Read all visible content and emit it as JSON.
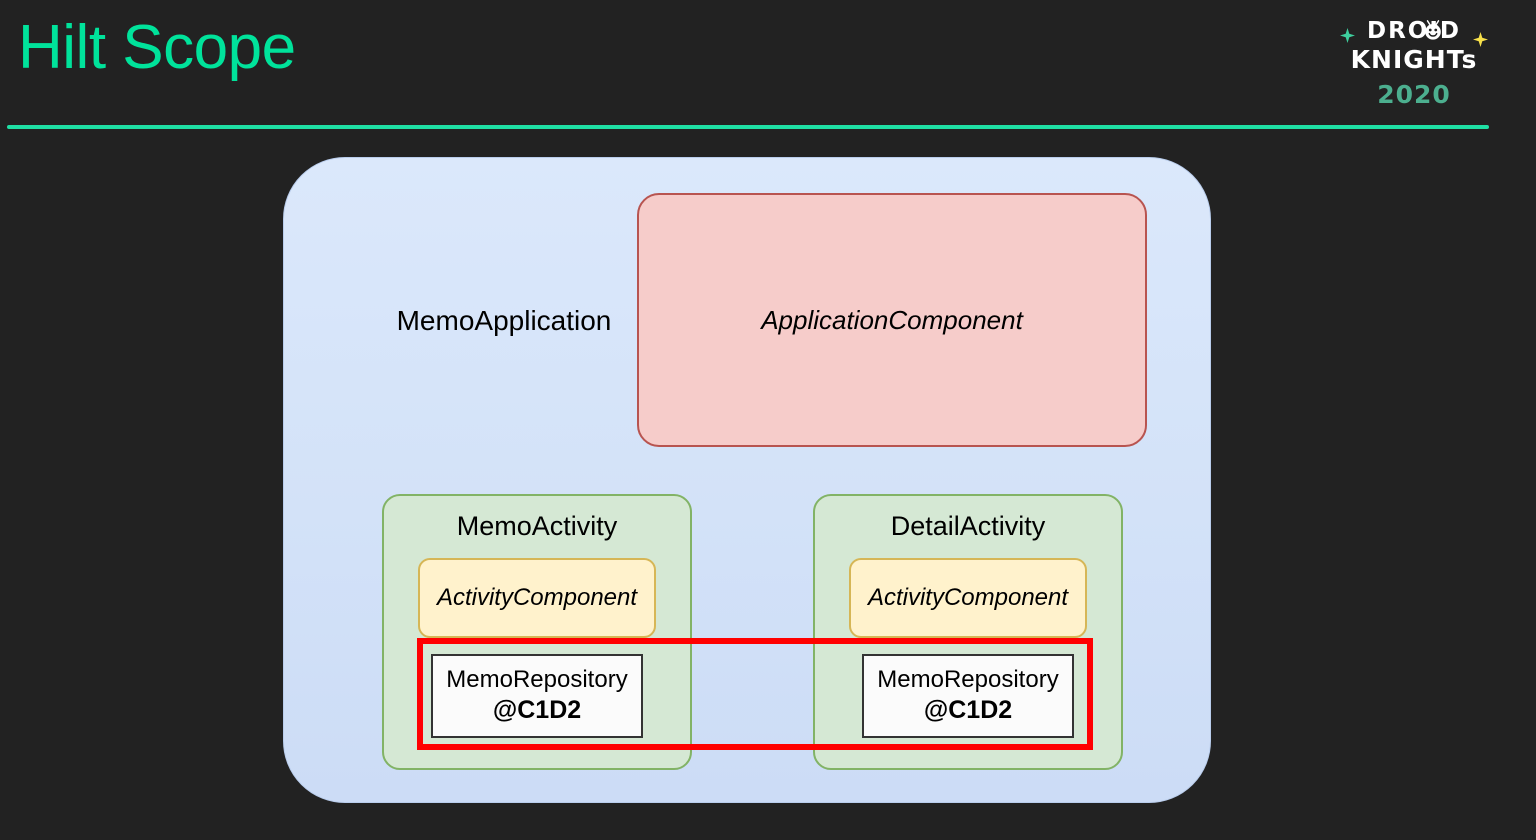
{
  "header": {
    "title": "Hilt Scope",
    "title_color": "#00e39b",
    "rule_color": "#1fe0a4"
  },
  "logo": {
    "line1": "DROID",
    "line2": "KNIGHTs",
    "year": "2020",
    "sparkle_left_color": "#3ecf9e",
    "sparkle_right_color": "#f7e04a",
    "wordmark_color": "#ffffff",
    "year_color": "#4caf8f"
  },
  "diagram": {
    "application": {
      "label": "MemoApplication",
      "fill": "#d6e4f7",
      "border": "#b9cdec"
    },
    "application_component": {
      "label": "ApplicationComponent",
      "fill": "#f6ccca",
      "border": "#b85450"
    },
    "activities": [
      {
        "title": "MemoActivity",
        "component": "ActivityComponent",
        "repository_name": "MemoRepository",
        "repository_scope_at": "@",
        "repository_scope": "C1D2"
      },
      {
        "title": "DetailActivity",
        "component": "ActivityComponent",
        "repository_name": "MemoRepository",
        "repository_scope_at": "@",
        "repository_scope": "C1D2"
      }
    ],
    "activity_fill": "#d5e8d4",
    "activity_border": "#82b366",
    "component_fill": "#fff2cc",
    "component_border": "#d6b656",
    "repository_fill": "#fbfbfb",
    "repository_border": "#333333",
    "highlight_color": "#ff0000"
  }
}
